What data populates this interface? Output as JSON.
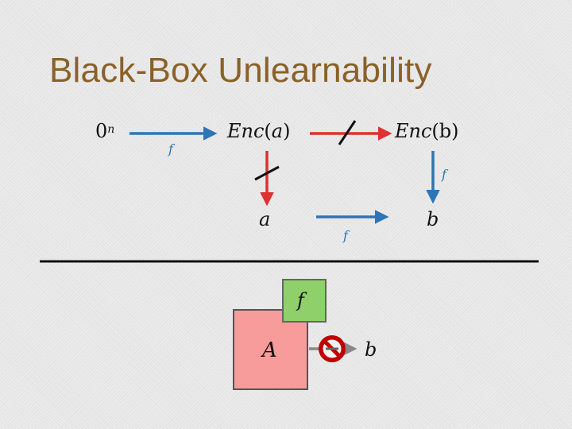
{
  "slide": {
    "title": "Black-Box Unlearnability"
  },
  "diagram": {
    "nodes": {
      "zero_n_base": "0",
      "zero_n_sup": "n",
      "enc_a": "Enc(a)",
      "enc_a_fn": "Enc",
      "enc_a_arg": "a",
      "enc_b_fn": "Enc",
      "enc_b_arg": "b",
      "a": "a",
      "b": "b"
    },
    "edge_label": "f",
    "bottom": {
      "adversary_label": "A",
      "oracle_label": "f",
      "output_label": "b"
    },
    "colors": {
      "blue_arrow": "#2e75b6",
      "red_arrow": "#e03030",
      "title": "#8a6128",
      "adversary_box": "#f79b9b",
      "oracle_box": "#8fd06a",
      "no_sign": "#c00000"
    }
  }
}
